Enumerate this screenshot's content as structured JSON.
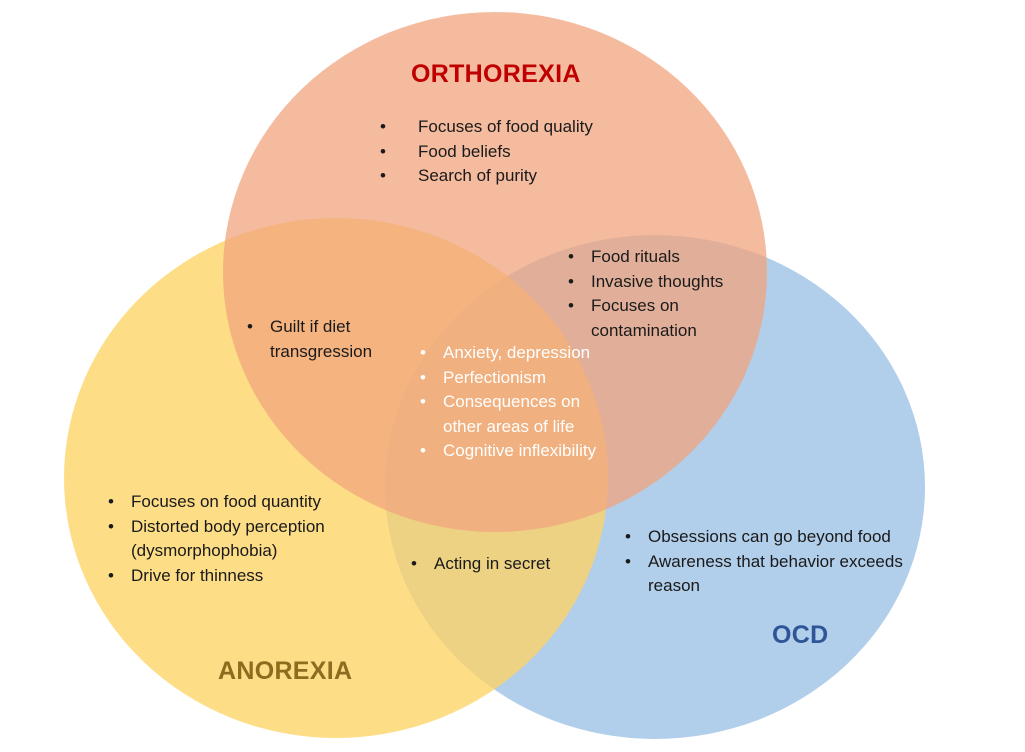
{
  "labels": {
    "orthorexia": "ORTHOREXIA",
    "anorexia": "ANOREXIA",
    "ocd": "OCD"
  },
  "colors": {
    "orthorexia_circle": "#f1a47e",
    "anorexia_circle": "#fdd464",
    "ocd_circle": "#9dc2e6",
    "orthorexia_label": "#c00000",
    "anorexia_label": "#8a6d1e",
    "ocd_label": "#2f5597"
  },
  "regions": {
    "orthorexia_only": [
      "Focuses of food quality",
      "Food beliefs",
      "Search of purity"
    ],
    "orthorexia_ocd": [
      "Food rituals",
      "Invasive thoughts",
      "Focuses on contamination"
    ],
    "orthorexia_anorexia": [
      "Guilt if diet transgression"
    ],
    "all_three": [
      "Anxiety, depression",
      "Perfectionism",
      "Consequences on other areas of life",
      "Cognitive inflexibility"
    ],
    "anorexia_only": [
      "Focuses on food quantity",
      "Distorted body perception (dysmorphophobia)",
      "Drive for thinness"
    ],
    "anorexia_ocd": [
      "Acting in secret"
    ],
    "ocd_only": [
      "Obsessions can go beyond food",
      "Awareness that behavior exceeds reason"
    ]
  }
}
